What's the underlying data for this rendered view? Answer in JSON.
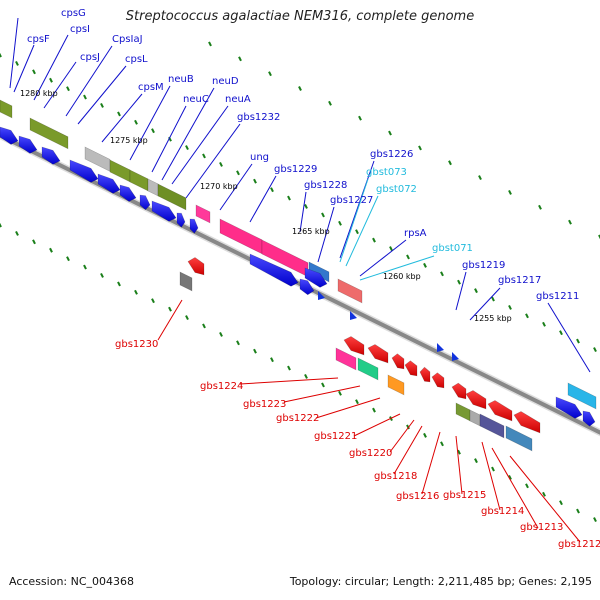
{
  "title": "Streptococcus agalactiae NEM316, complete genome",
  "footer": {
    "accession": "Accession: NC_004368",
    "topology": "Topology: circular; Length: 2,211,485 bp; Genes: 2,195"
  },
  "colors": {
    "label_blue": "#1010cc",
    "label_cyan": "#22bbdd",
    "label_red": "#dd0000",
    "backbone": "#888888",
    "tick": "#1a7f1a"
  },
  "scale_labels": [
    "1280 kbp",
    "1275 kbp",
    "1270 kbp",
    "1265 kbp",
    "1260 kbp",
    "1255 kbp"
  ],
  "top_labels": [
    {
      "text": "cpsG",
      "color": "blue"
    },
    {
      "text": "cpsF",
      "color": "blue"
    },
    {
      "text": "cpsI",
      "color": "blue"
    },
    {
      "text": "cpsJ",
      "color": "blue"
    },
    {
      "text": "CpsIaJ",
      "color": "blue"
    },
    {
      "text": "cpsL",
      "color": "blue"
    },
    {
      "text": "cpsM",
      "color": "blue"
    },
    {
      "text": "neuB",
      "color": "blue"
    },
    {
      "text": "neuC",
      "color": "blue"
    },
    {
      "text": "neuD",
      "color": "blue"
    },
    {
      "text": "neuA",
      "color": "blue"
    },
    {
      "text": "gbs1232",
      "color": "blue"
    },
    {
      "text": "ung",
      "color": "blue"
    },
    {
      "text": "gbs1229",
      "color": "blue"
    },
    {
      "text": "gbs1228",
      "color": "blue"
    },
    {
      "text": "gbs1227",
      "color": "blue"
    },
    {
      "text": "gbs1226",
      "color": "blue"
    },
    {
      "text": "gbst073",
      "color": "cyan"
    },
    {
      "text": "gbst072",
      "color": "cyan"
    },
    {
      "text": "rpsA",
      "color": "blue"
    },
    {
      "text": "gbst071",
      "color": "cyan"
    },
    {
      "text": "gbs1219",
      "color": "blue"
    },
    {
      "text": "gbs1217",
      "color": "blue"
    },
    {
      "text": "gbs1211",
      "color": "blue"
    }
  ],
  "bottom_labels": [
    {
      "text": "gbs1230"
    },
    {
      "text": "gbs1224"
    },
    {
      "text": "gbs1223"
    },
    {
      "text": "gbs1222"
    },
    {
      "text": "gbs1221"
    },
    {
      "text": "gbs1220"
    },
    {
      "text": "gbs1218"
    },
    {
      "text": "gbs1216"
    },
    {
      "text": "gbs1215"
    },
    {
      "text": "gbs1214"
    },
    {
      "text": "gbs1213"
    },
    {
      "text": "gbs1212"
    }
  ]
}
